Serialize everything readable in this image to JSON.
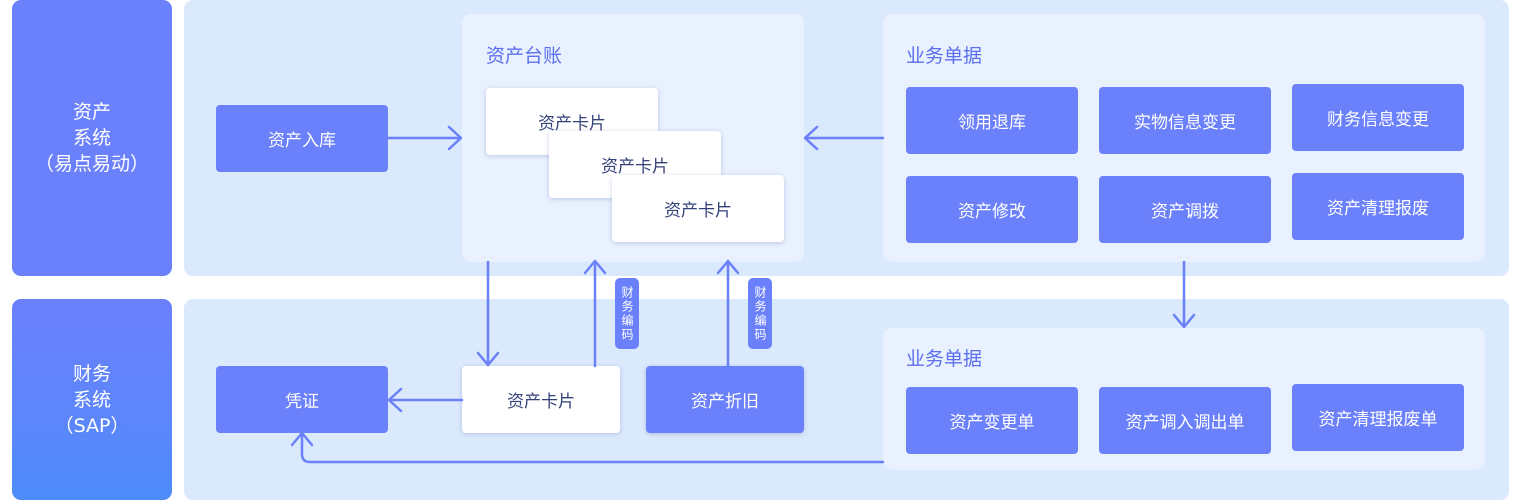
{
  "colors": {
    "accent": "#6b80fb",
    "panel": "#dbe9fd",
    "inner": "#e8f1fd",
    "title": "#5b6ff0",
    "card_text": "#34427a"
  },
  "asset_system": {
    "line1": "资产",
    "line2": "系统",
    "line3": "（易点易动）"
  },
  "finance_system": {
    "line1": "财务",
    "line2": "系统",
    "line3": "（SAP）"
  },
  "asset_entry": "资产入库",
  "ledger": {
    "title": "资产台账",
    "cards": [
      "资产卡片",
      "资产卡片",
      "资产卡片"
    ]
  },
  "business_docs_top": {
    "title": "业务单据",
    "items": [
      "领用退库",
      "实物信息变更",
      "财务信息变更",
      "资产修改",
      "资产调拨",
      "资产清理报废"
    ]
  },
  "finance_code_tags": [
    "财务编码",
    "财务编码"
  ],
  "voucher": "凭证",
  "finance_asset_card": "资产卡片",
  "depreciation": "资产折旧",
  "business_docs_bottom": {
    "title": "业务单据",
    "items": [
      "资产变更单",
      "资产调入调出单",
      "资产清理报废单"
    ]
  }
}
